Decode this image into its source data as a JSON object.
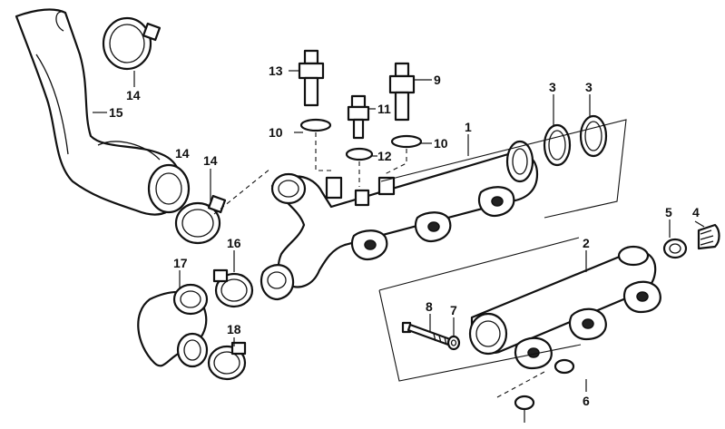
{
  "diagram": {
    "callouts": [
      {
        "id": "c15",
        "label": "15"
      },
      {
        "id": "c14a",
        "label": "14"
      },
      {
        "id": "c14b",
        "label": "14"
      },
      {
        "id": "c14c",
        "label": "14"
      },
      {
        "id": "c13",
        "label": "13"
      },
      {
        "id": "c11",
        "label": "11"
      },
      {
        "id": "c9",
        "label": "9"
      },
      {
        "id": "c10a",
        "label": "10"
      },
      {
        "id": "c10b",
        "label": "10"
      },
      {
        "id": "c12",
        "label": "12"
      },
      {
        "id": "c1",
        "label": "1"
      },
      {
        "id": "c3a",
        "label": "3"
      },
      {
        "id": "c3b",
        "label": "3"
      },
      {
        "id": "c5",
        "label": "5"
      },
      {
        "id": "c4",
        "label": "4"
      },
      {
        "id": "c2",
        "label": "2"
      },
      {
        "id": "c16",
        "label": "16"
      },
      {
        "id": "c17",
        "label": "17"
      },
      {
        "id": "c18",
        "label": "18"
      },
      {
        "id": "c8",
        "label": "8"
      },
      {
        "id": "c7",
        "label": "7"
      },
      {
        "id": "c6",
        "label": "6"
      }
    ]
  }
}
